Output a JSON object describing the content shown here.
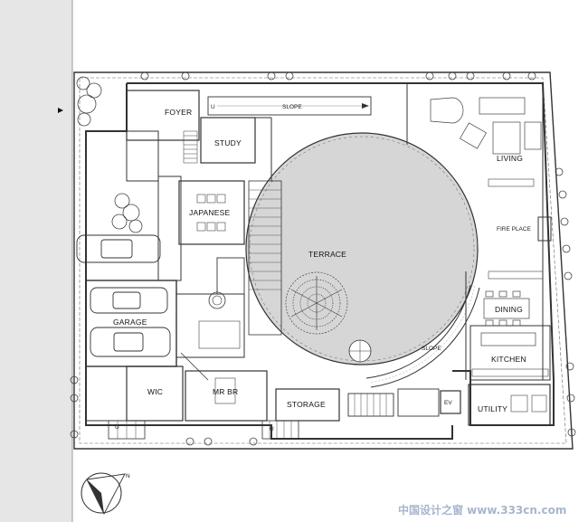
{
  "rooms": {
    "foyer": "FOYER",
    "study": "STUDY",
    "japanese": "JAPANESE",
    "terrace": "TERRACE",
    "living": "LIVING",
    "fireplace": "FIRE PLACE",
    "dining": "DINING",
    "kitchen": "KITCHEN",
    "garage": "GARAGE",
    "wic": "WIC",
    "mrbr": "MR BR",
    "storage": "STORAGE",
    "utility": "UTILITY",
    "ev": "EV"
  },
  "annotations": {
    "slope_top": "SLOPE",
    "slope_bottom": "SLOPE",
    "up_marker": "U",
    "north": "N"
  },
  "watermark": "中国设计之窗 www.333cn.com",
  "colors": {
    "line": "#333333",
    "terrace_fill": "#d6d6d6",
    "sidewalk_fill": "#e6e6e6",
    "tree": "#444444"
  }
}
